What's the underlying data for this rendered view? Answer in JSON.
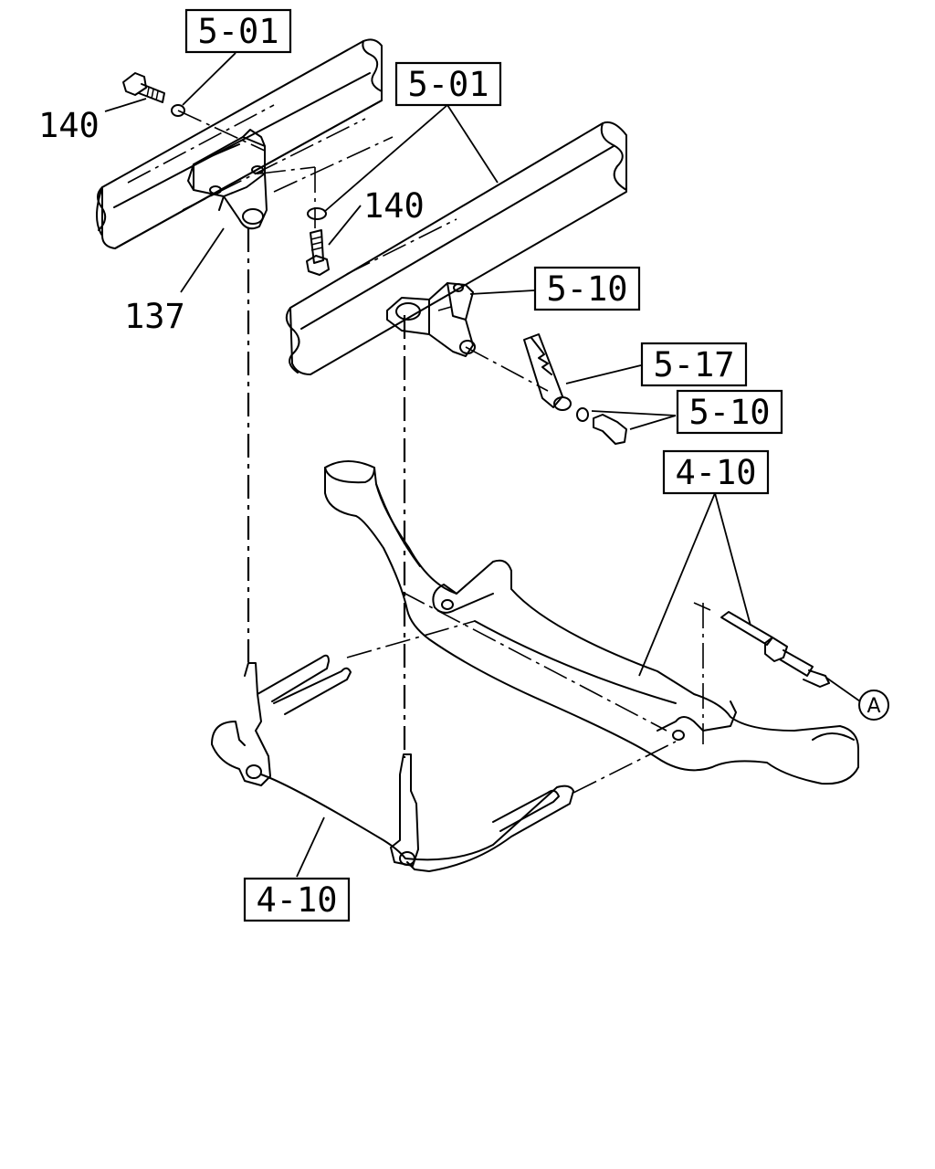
{
  "callouts": {
    "ref_5_01_top": "5-01",
    "ref_5_01_mid": "5-01",
    "ref_5_10_a": "5-10",
    "ref_5_17": "5-17",
    "ref_5_10_b": "5-10",
    "ref_4_10_right": "4-10",
    "ref_4_10_bottom": "4-10"
  },
  "part_numbers": {
    "bolt_left": "140",
    "bolt_right": "140",
    "bracket": "137"
  },
  "marker": {
    "circle_a": "A"
  }
}
